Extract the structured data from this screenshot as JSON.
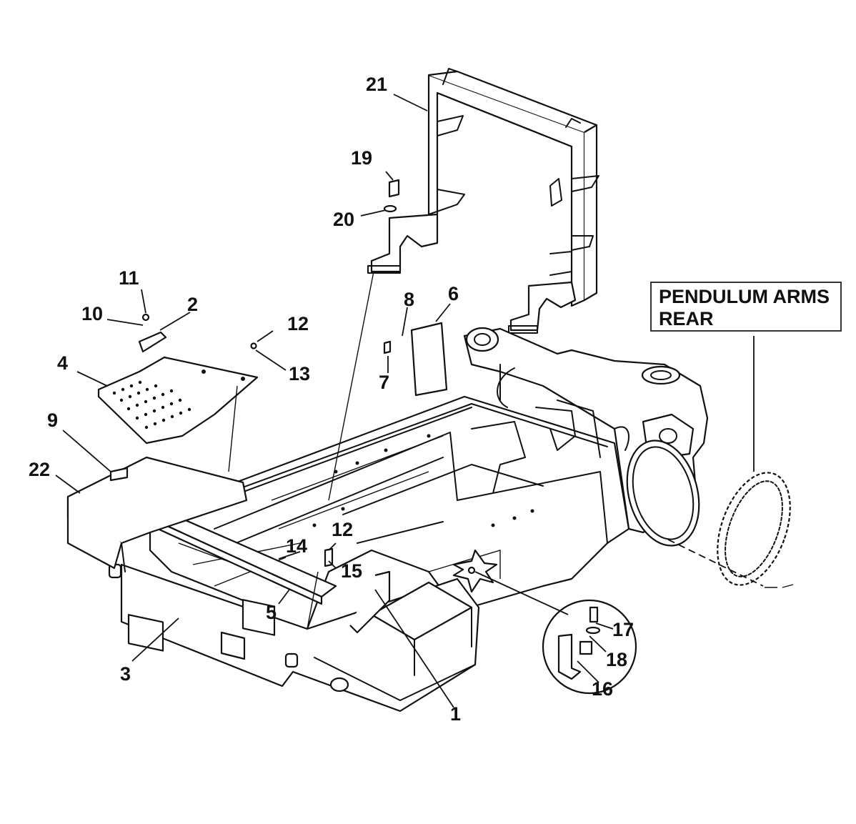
{
  "callout": {
    "text": "PENDULUM ARMS\nREAR"
  },
  "labels": {
    "1": "1",
    "2": "2",
    "3": "3",
    "4": "4",
    "5": "5",
    "6": "6",
    "7": "7",
    "8": "8",
    "9": "9",
    "10": "10",
    "11": "11",
    "12": "12",
    "13": "13",
    "14": "14",
    "15": "15",
    "16": "16",
    "17": "17",
    "18": "18",
    "19": "19",
    "20": "20",
    "21": "21",
    "22": "22"
  },
  "colors": {
    "line": "#111111",
    "background": "#ffffff"
  }
}
